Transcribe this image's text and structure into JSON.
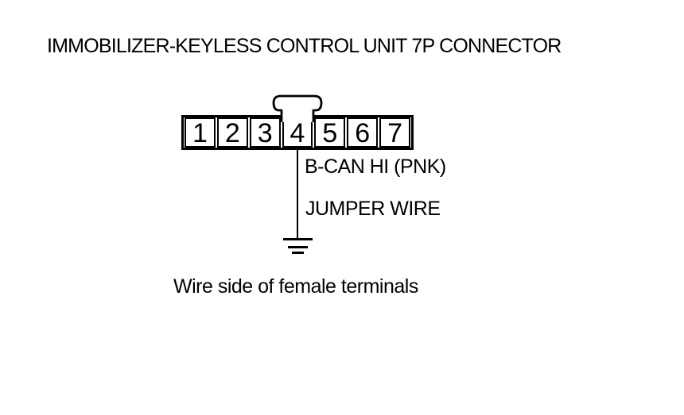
{
  "diagram": {
    "title": "IMMOBILIZER-KEYLESS CONTROL UNIT 7P CONNECTOR",
    "wire_label": "B-CAN HI (PNK)",
    "jumper_label": "JUMPER WIRE",
    "caption": "Wire side of female terminals",
    "colors": {
      "line": "#000000",
      "background": "#ffffff"
    },
    "icons": {
      "ground": "earth-ground-symbol",
      "lock_tab": "connector-lock-tab"
    }
  },
  "connector": {
    "pins": [
      "1",
      "2",
      "3",
      "4",
      "5",
      "6",
      "7"
    ],
    "active_pin": "4"
  }
}
